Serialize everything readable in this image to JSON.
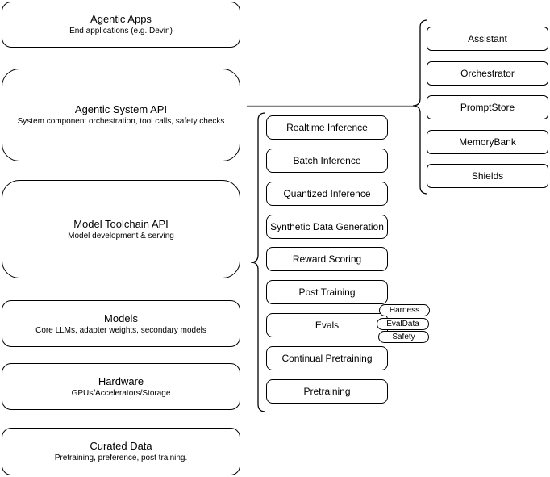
{
  "stack": [
    {
      "title": "Agentic Apps",
      "subtitle": "End applications (e.g. Devin)"
    },
    {
      "title": "Agentic System API",
      "subtitle": "System component orchestration, tool calls, safety checks"
    },
    {
      "title": "Model Toolchain API",
      "subtitle": "Model development & serving"
    },
    {
      "title": "Models",
      "subtitle": "Core LLMs, adapter weights, secondary models"
    },
    {
      "title": "Hardware",
      "subtitle": "GPUs/Accelerators/Storage"
    },
    {
      "title": "Curated Data",
      "subtitle": "Pretraining, preference, post training."
    }
  ],
  "toolchain": {
    "items": [
      {
        "label": "Realtime Inference"
      },
      {
        "label": "Batch Inference"
      },
      {
        "label": "Quantized Inference"
      },
      {
        "label": "Synthetic Data Generation"
      },
      {
        "label": "Reward Scoring"
      },
      {
        "label": "Post Training"
      },
      {
        "label": "Evals"
      },
      {
        "label": "Continual Pretraining"
      },
      {
        "label": "Pretraining"
      }
    ]
  },
  "evals_tags": [
    {
      "label": "Harness"
    },
    {
      "label": "EvalData"
    },
    {
      "label": "Safety"
    }
  ],
  "system_components": {
    "items": [
      {
        "label": "Assistant"
      },
      {
        "label": "Orchestrator"
      },
      {
        "label": "PromptStore"
      },
      {
        "label": "MemoryBank"
      },
      {
        "label": "Shields"
      }
    ]
  },
  "colors": {
    "background": "#ffffff",
    "node_fill": "#ffffff",
    "stroke": "#000000",
    "connector": "#808080",
    "text": "#000000"
  }
}
